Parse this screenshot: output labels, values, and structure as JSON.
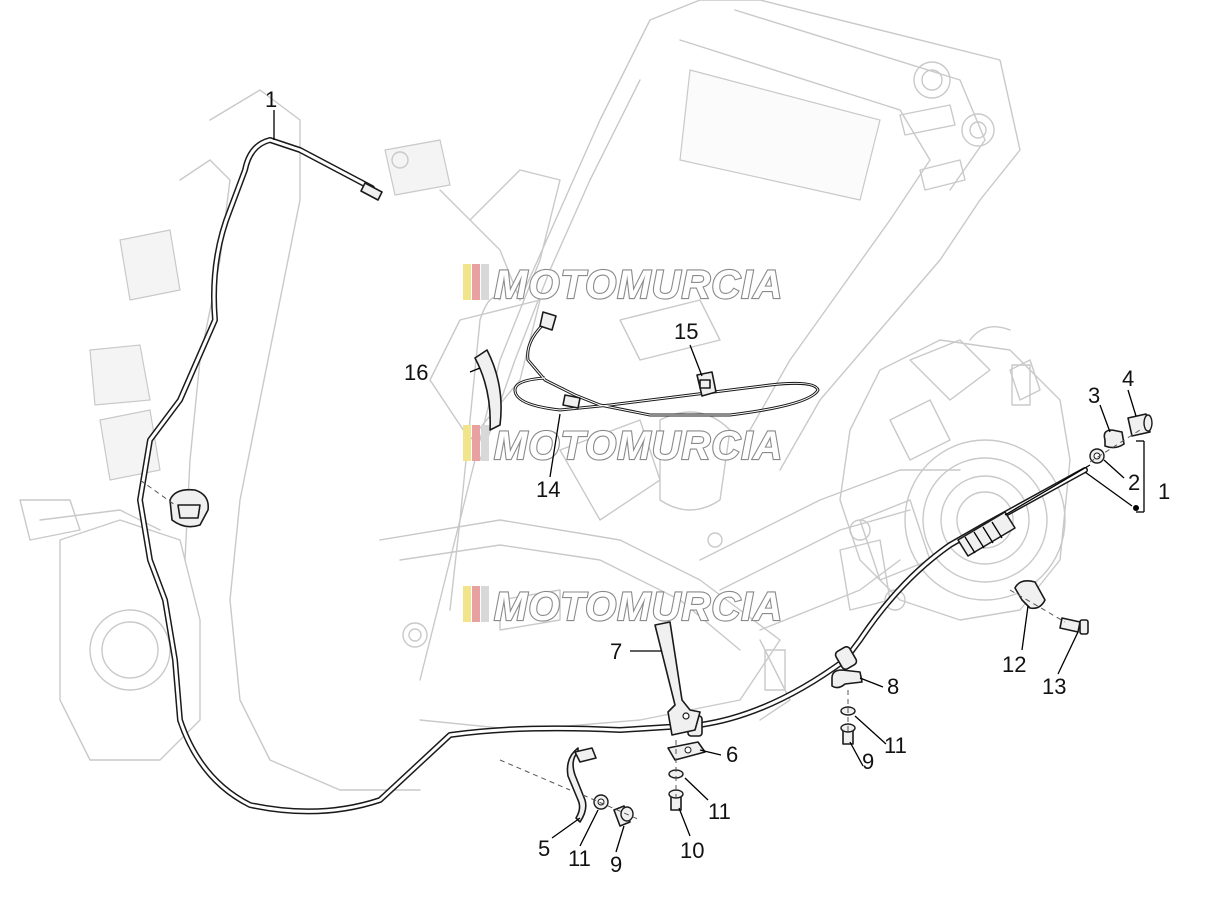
{
  "watermark": {
    "text": "MOTOMURCIA",
    "stripe_colors": [
      "#f2e48a",
      "#e8a0a0",
      "#d8d8d8"
    ]
  },
  "callouts": [
    {
      "id": "c1a",
      "label": "1"
    },
    {
      "id": "c1b",
      "label": "1"
    },
    {
      "id": "c2",
      "label": "2"
    },
    {
      "id": "c3",
      "label": "3"
    },
    {
      "id": "c4",
      "label": "4"
    },
    {
      "id": "c5",
      "label": "5"
    },
    {
      "id": "c6",
      "label": "6"
    },
    {
      "id": "c7",
      "label": "7"
    },
    {
      "id": "c8",
      "label": "8"
    },
    {
      "id": "c9a",
      "label": "9"
    },
    {
      "id": "c9b",
      "label": "9"
    },
    {
      "id": "c10",
      "label": "10"
    },
    {
      "id": "c11a",
      "label": "11"
    },
    {
      "id": "c11b",
      "label": "11"
    },
    {
      "id": "c11c",
      "label": "11"
    },
    {
      "id": "c12",
      "label": "12"
    },
    {
      "id": "c13",
      "label": "13"
    },
    {
      "id": "c14",
      "label": "14"
    },
    {
      "id": "c15",
      "label": "15"
    },
    {
      "id": "c16",
      "label": "16"
    }
  ]
}
